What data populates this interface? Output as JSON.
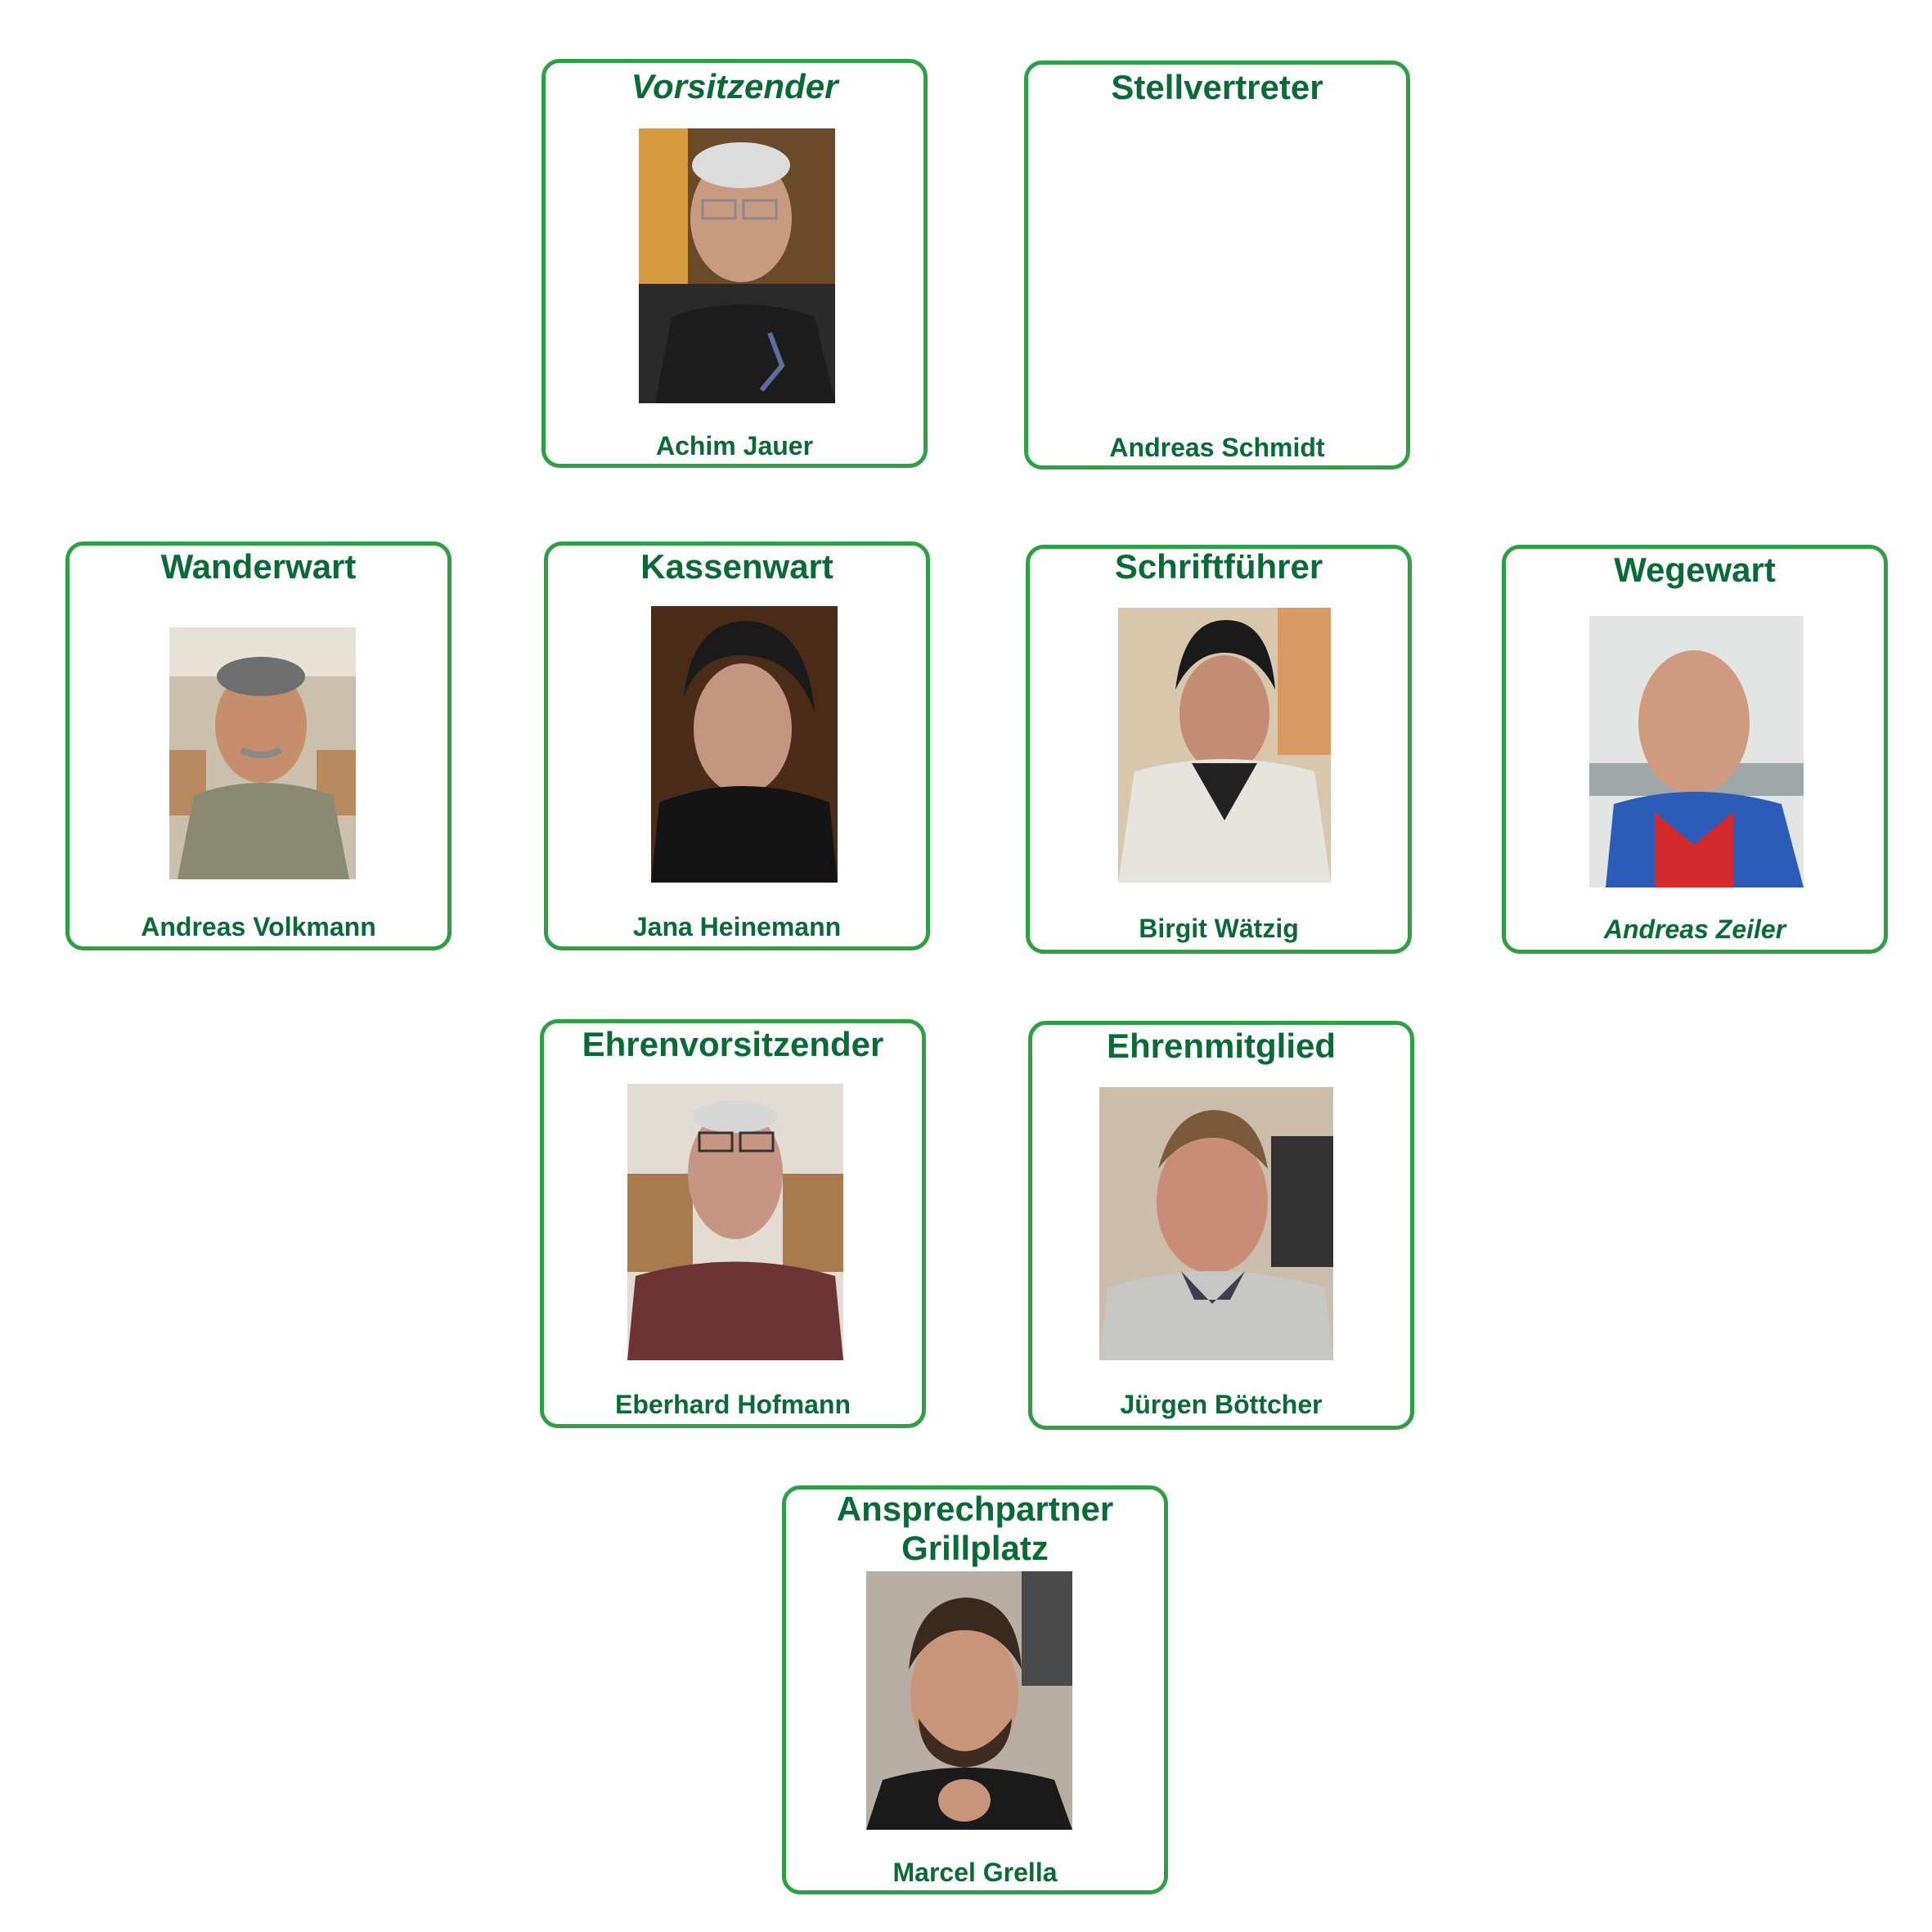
{
  "members": [
    {
      "key": "vorsitzender",
      "role": "Vorsitzender",
      "name": "Achim Jauer",
      "role_italic": true,
      "name_italic": false,
      "has_photo": true
    },
    {
      "key": "stellvertreter",
      "role": "Stellvertreter",
      "name": "Andreas Schmidt",
      "role_italic": false,
      "name_italic": false,
      "has_photo": false
    },
    {
      "key": "wanderwart",
      "role": "Wanderwart",
      "name": "Andreas Volkmann",
      "role_italic": false,
      "name_italic": false,
      "has_photo": true
    },
    {
      "key": "kassenwart",
      "role": "Kassenwart",
      "name": "Jana Heinemann",
      "role_italic": false,
      "name_italic": false,
      "has_photo": true
    },
    {
      "key": "schriftfuehrer",
      "role": "Schriftführer",
      "name": "Birgit Wätzig",
      "role_italic": false,
      "name_italic": false,
      "has_photo": true
    },
    {
      "key": "wegewart",
      "role": "Wegewart",
      "name": "Andreas Zeiler",
      "role_italic": false,
      "name_italic": true,
      "has_photo": true
    },
    {
      "key": "ehrenvorsitzender",
      "role": "Ehrenvorsitzender",
      "name": "Eberhard Hofmann",
      "role_italic": false,
      "name_italic": false,
      "has_photo": true
    },
    {
      "key": "ehrenmitglied",
      "role": "Ehrenmitglied",
      "name": "Jürgen Böttcher",
      "role_italic": false,
      "name_italic": false,
      "has_photo": true
    },
    {
      "key": "grillplatz",
      "role_line1": "Ansprechpartner",
      "role_line2": "Grillplatz",
      "name": "Marcel Grella",
      "role_italic": false,
      "name_italic": false,
      "has_photo": true
    }
  ],
  "colors": {
    "border": "#2ea043",
    "text": "#0b6b36"
  }
}
